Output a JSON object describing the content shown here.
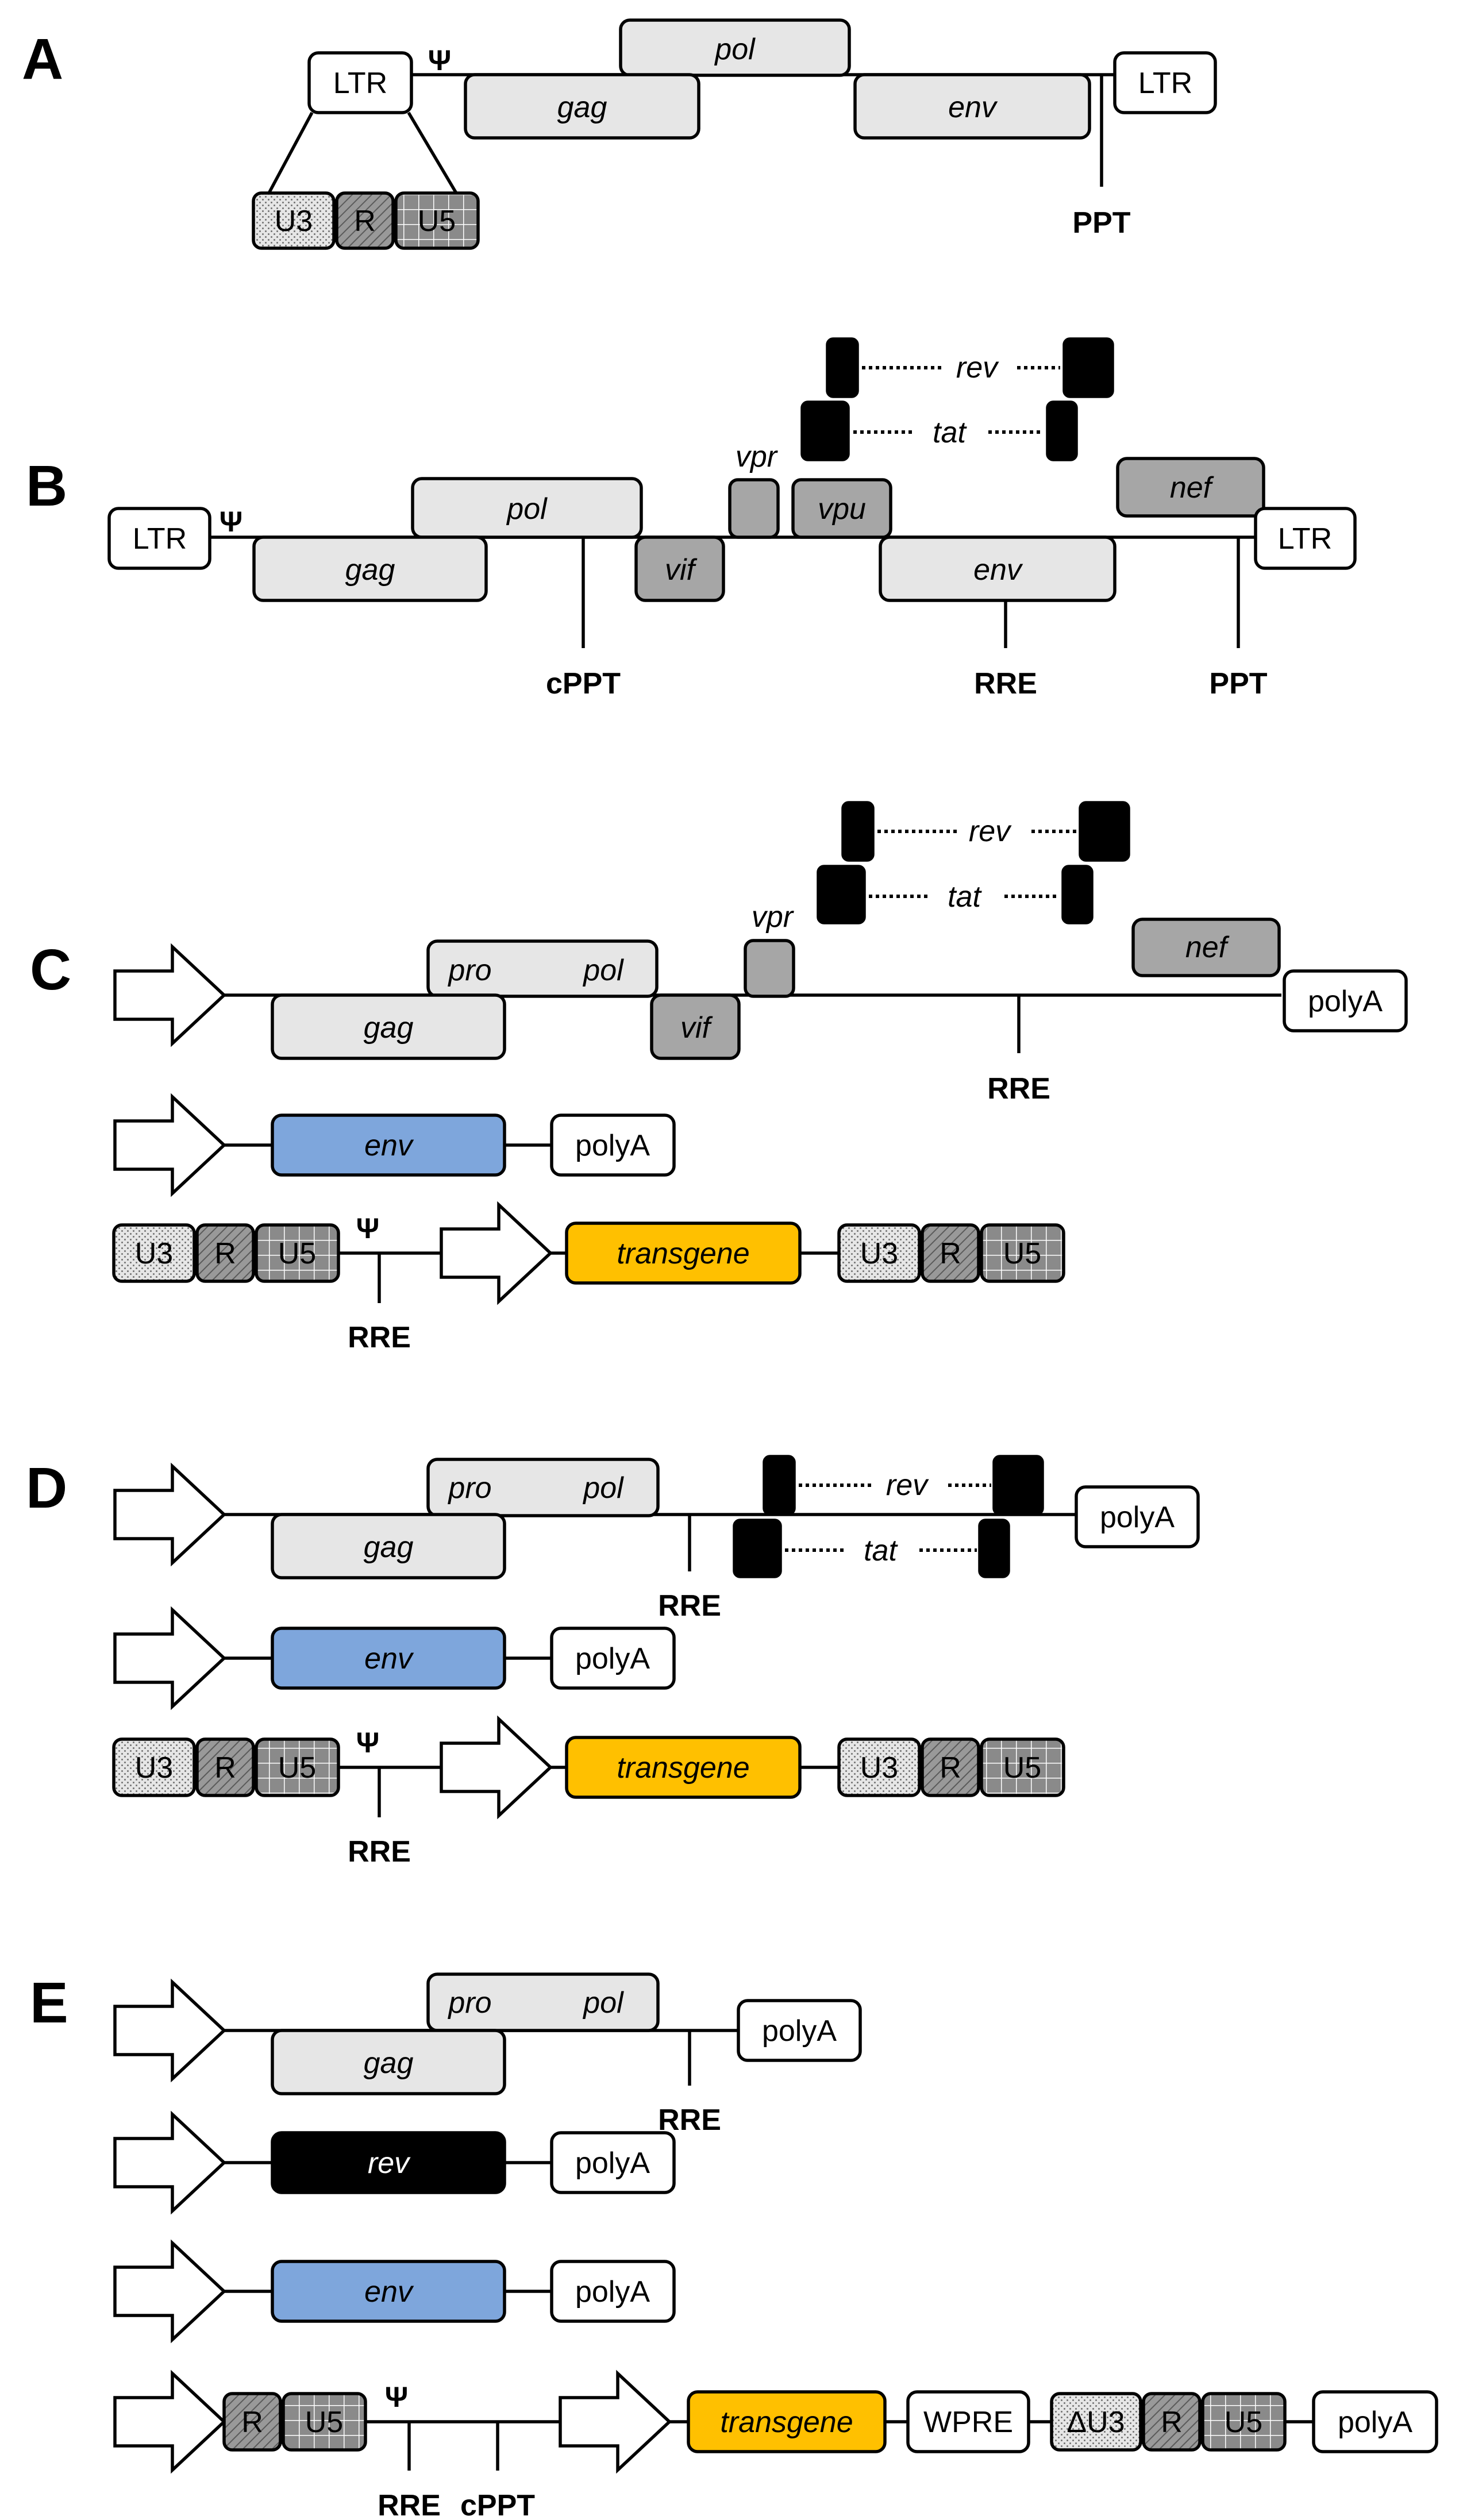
{
  "colors": {
    "light_gene": "#e6e6e6",
    "accessory_gene": "#a6a6a6",
    "regulatory_gene": "#000000",
    "env_blue": "#7ea6dc",
    "transgene_yellow": "#ffc000",
    "white_box": "#ffffff",
    "u3_pattern": "dotted-gray",
    "r_pattern": "diagonal-hatch",
    "u5_pattern": "grid"
  },
  "symbols": {
    "psi": "Ψ"
  },
  "panels": {
    "A": {
      "label": "A",
      "ltr_left": "LTR",
      "ltr_right": "LTR",
      "pol": "pol",
      "gag": "gag",
      "env": "env",
      "u3": "U3",
      "r": "R",
      "u5": "U5",
      "ppt": "PPT"
    },
    "B": {
      "label": "B",
      "ltr_left": "LTR",
      "ltr_right": "LTR",
      "pol": "pol",
      "gag": "gag",
      "vif": "vif",
      "vpr": "vpr",
      "vpu": "vpu",
      "env": "env",
      "nef": "nef",
      "rev": "rev",
      "tat": "tat",
      "cppt": "cPPT",
      "rre": "RRE",
      "ppt": "PPT"
    },
    "C": {
      "label": "C",
      "pro": "pro",
      "pol": "pol",
      "gag": "gag",
      "vif": "vif",
      "vpr": "vpr",
      "nef": "nef",
      "rev": "rev",
      "tat": "tat",
      "rre": "RRE",
      "polyA": "polyA",
      "env": "env",
      "polyA2": "polyA",
      "u3": "U3",
      "r": "R",
      "u5": "U5",
      "rre2": "RRE",
      "transgene": "transgene",
      "u3b": "U3",
      "rb": "R",
      "u5b": "U5"
    },
    "D": {
      "label": "D",
      "pro": "pro",
      "pol": "pol",
      "gag": "gag",
      "rre": "RRE",
      "rev": "rev",
      "tat": "tat",
      "polyA": "polyA",
      "env": "env",
      "polyA2": "polyA",
      "u3": "U3",
      "r": "R",
      "u5": "U5",
      "rre2": "RRE",
      "transgene": "transgene",
      "u3b": "U3",
      "rb": "R",
      "u5b": "U5"
    },
    "E": {
      "label": "E",
      "pro": "pro",
      "pol": "pol",
      "gag": "gag",
      "rre": "RRE",
      "polyA": "polyA",
      "rev": "rev",
      "polyA2": "polyA",
      "env": "env",
      "polyA3": "polyA",
      "r": "R",
      "u5": "U5",
      "rre2": "RRE",
      "cppt": "cPPT",
      "transgene": "transgene",
      "wpre": "WPRE",
      "du3": "ΔU3",
      "rb": "R",
      "u5b": "U5",
      "polyA4": "polyA"
    }
  }
}
